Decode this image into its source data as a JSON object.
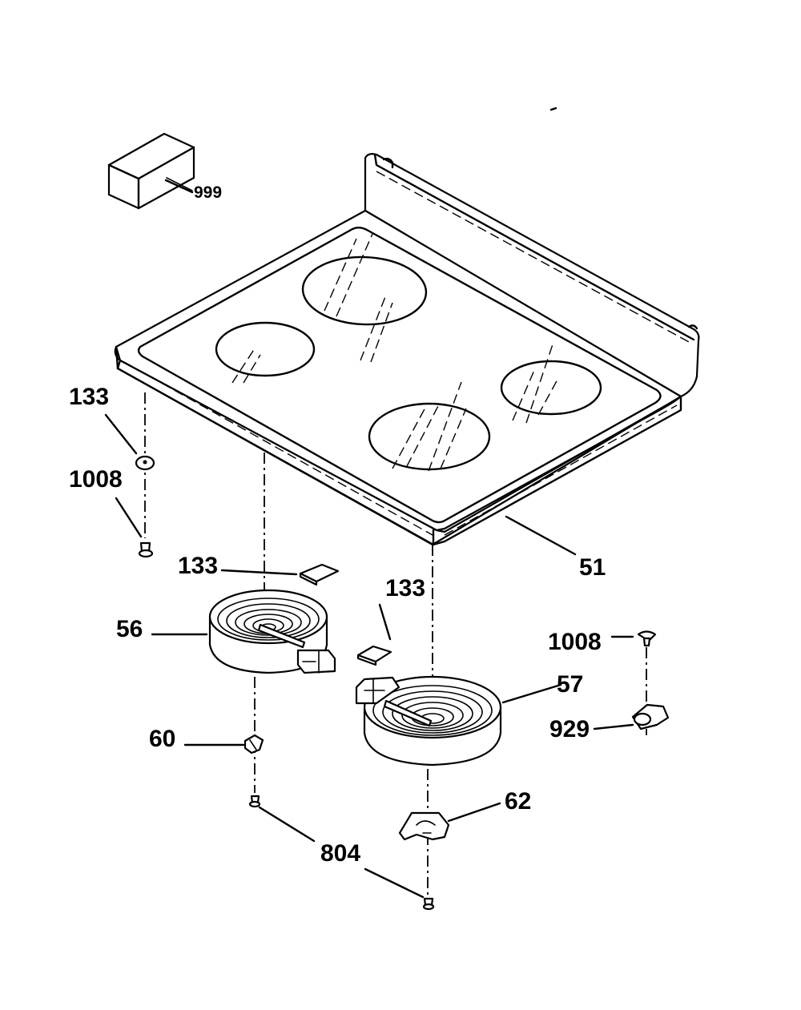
{
  "labels": {
    "box": "999",
    "cooktop": "51",
    "element_left": "56",
    "element_right": "57",
    "insulator_left_top": "133",
    "insulator_center": "133",
    "insulator_right": "133",
    "screw_left": "1008",
    "screw_right": "1008",
    "clip_left": "60",
    "bracket_right": "62",
    "screw_bottom": "804",
    "clip_right": "929"
  }
}
